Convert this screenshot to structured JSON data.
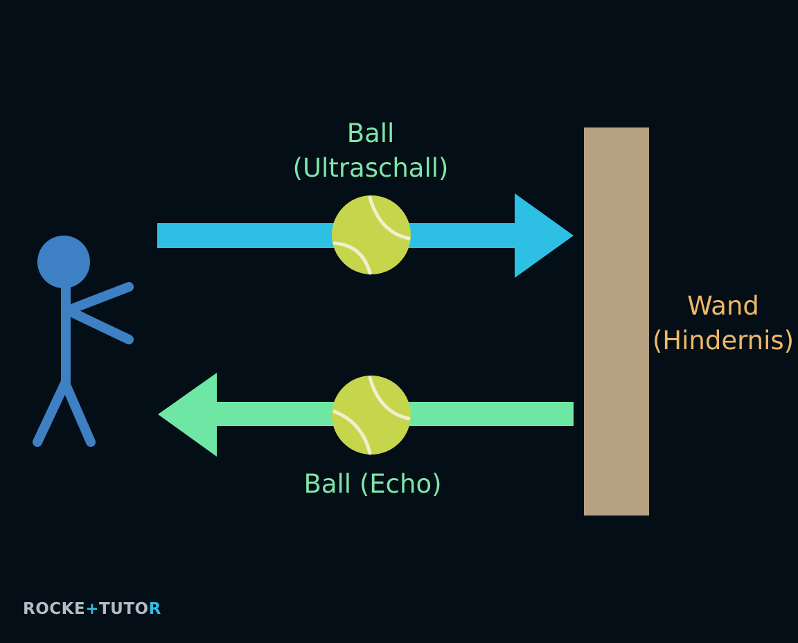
{
  "labels": {
    "ball_outgoing": [
      "Ball",
      "(Ultraschall)"
    ],
    "ball_echo": "Ball (Echo)",
    "wall": [
      "Wand",
      "(Hindernis)"
    ]
  },
  "logo": {
    "text": "ROCKET TUTOR",
    "part1": "ROCKE",
    "part2": "TUTO",
    "part3": "R"
  },
  "colors": {
    "background": "#040e16",
    "person": "#3d80c4",
    "arrow_outgoing": "#2ec0e4",
    "arrow_echo": "#6ee7a4",
    "label_ball": "#7fe6a8",
    "label_wall": "#f0b865",
    "wall": "#b7a183",
    "ball": "#c6d64c",
    "ball_seam": "#eef0cf",
    "logo": "#b2bcc6",
    "logo_accent": "#2ec0e4"
  },
  "icons": {
    "person": "stick-figure",
    "ball": "tennis-ball"
  }
}
